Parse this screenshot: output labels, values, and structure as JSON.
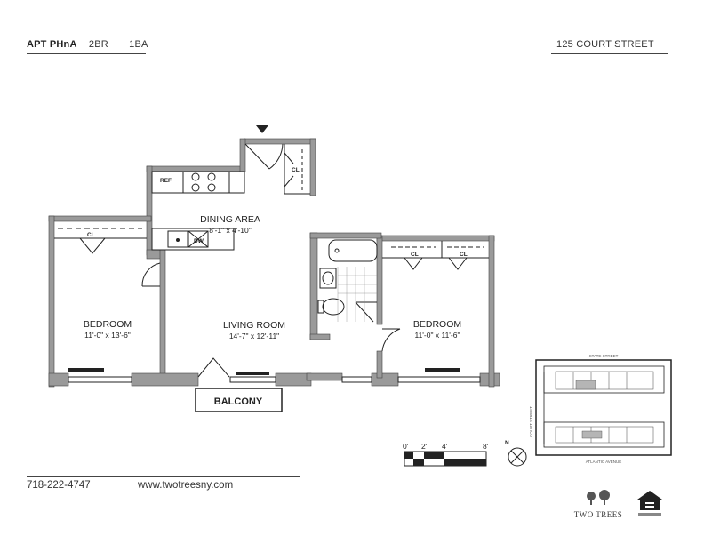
{
  "header": {
    "unit": "APT PHnA",
    "bedrooms": "2BR",
    "baths": "1BA",
    "address": "125 COURT STREET"
  },
  "rooms": {
    "dining": {
      "name": "DINING AREA",
      "dims": "8'-1\" x 4'-10\""
    },
    "living": {
      "name": "LIVING ROOM",
      "dims": "14'-7\" x 12'-11\""
    },
    "bedroom_left": {
      "name": "BEDROOM",
      "dims": "11'-0\" x 13'-6\""
    },
    "bedroom_right": {
      "name": "BEDROOM",
      "dims": "11'-0\" x 11'-6\""
    },
    "balcony": "BALCONY"
  },
  "fixtures": {
    "ref": "REF",
    "dw": "DW",
    "closet": "CL"
  },
  "scale": {
    "labels": [
      "0'",
      "2'",
      "4'",
      "8'"
    ]
  },
  "compass": {
    "north": "N"
  },
  "keyplan": {
    "north_street": "STATE STREET",
    "south_street": "ATLANTIC AVENUE",
    "west_street": "COURT STREET"
  },
  "footer": {
    "phone": "718-222-4747",
    "website": "www.twotreesny.com",
    "brand": "TWO TREES"
  },
  "colors": {
    "wall": "#9a9a9a",
    "line": "#222222",
    "highlight": "#b5b5b5"
  }
}
